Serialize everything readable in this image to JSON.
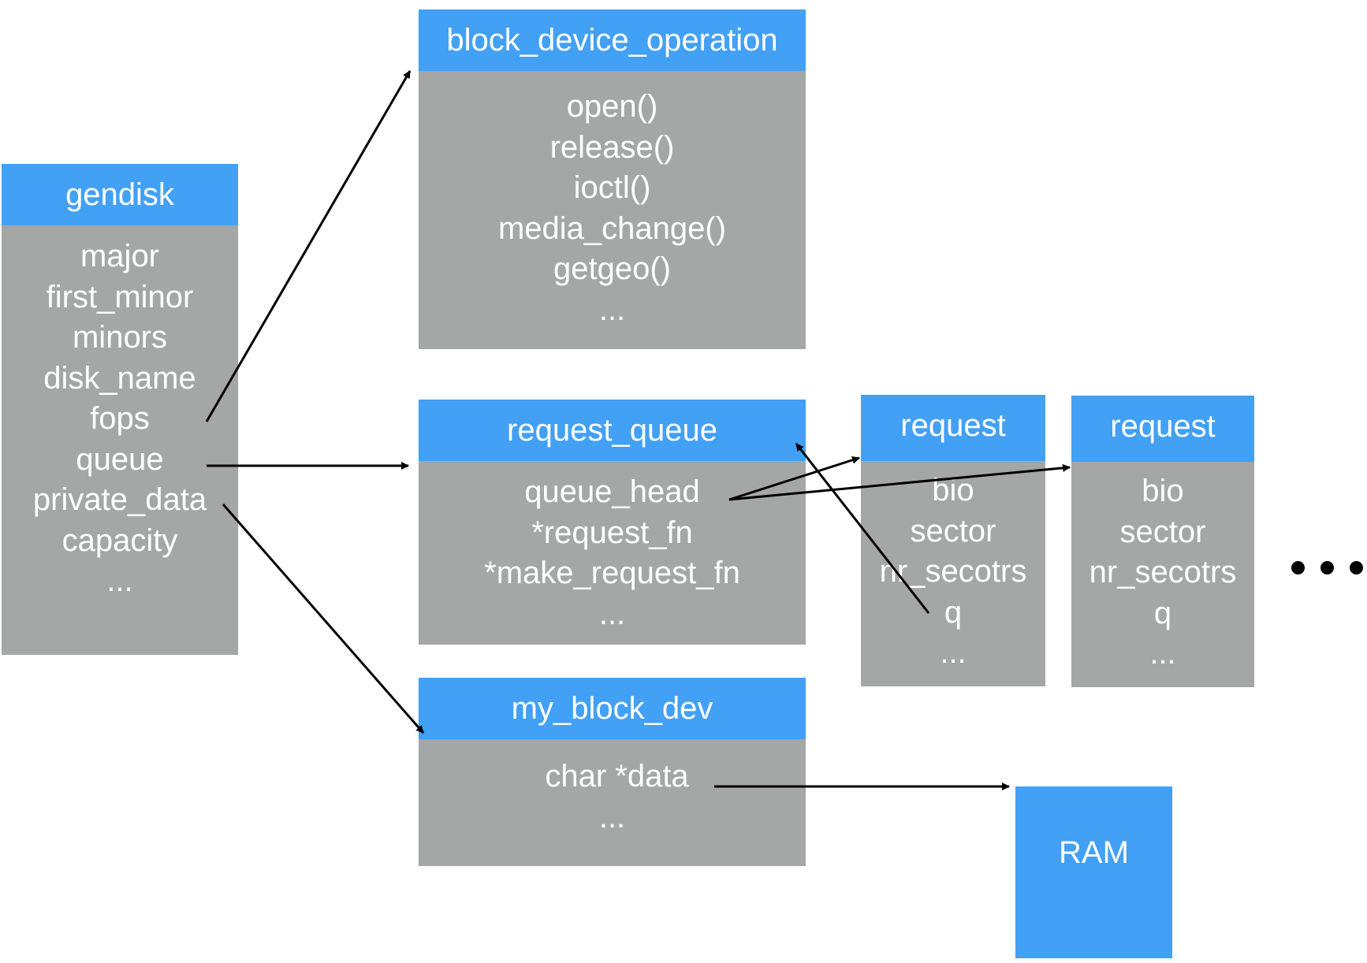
{
  "colors": {
    "header": "#42a0f5",
    "body": "#a5a6a6",
    "text": "#ffffff",
    "arrow": "#000000"
  },
  "gendisk": {
    "title": "gendisk",
    "fields": [
      "major",
      "first_minor",
      "minors",
      "disk_name",
      "fops",
      "queue",
      "private_data",
      "capacity",
      "..."
    ]
  },
  "block_device_operation": {
    "title": "block_device_operation",
    "fields": [
      "open()",
      "release()",
      "ioctl()",
      "media_change()",
      "getgeo()",
      "..."
    ]
  },
  "request_queue": {
    "title": "request_queue",
    "fields": [
      "queue_head",
      "*request_fn",
      "*make_request_fn",
      "..."
    ]
  },
  "my_block_dev": {
    "title": "my_block_dev",
    "fields": [
      "char *data",
      "..."
    ]
  },
  "requests": [
    {
      "title": "request",
      "fields": [
        "bio",
        "sector",
        "nr_secotrs",
        "q",
        "..."
      ]
    },
    {
      "title": "request",
      "fields": [
        "bio",
        "sector",
        "nr_secotrs",
        "q",
        "..."
      ]
    }
  ],
  "ram": {
    "label": "RAM"
  }
}
